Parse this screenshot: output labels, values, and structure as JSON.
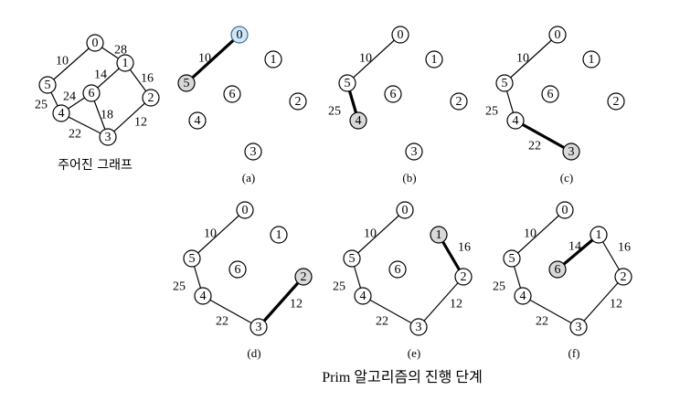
{
  "graph_caption": "주어진 그래프",
  "main_caption": "Prim 알고리즘의  진행  단계",
  "node_labels": [
    "0",
    "1",
    "2",
    "3",
    "4",
    "5",
    "6"
  ],
  "weights": {
    "e05": "10",
    "e01": "28",
    "e12": "16",
    "e16": "14",
    "e23": "12",
    "e36": "18",
    "e34": "22",
    "e45": "25",
    "e46": "24"
  },
  "panels": [
    {
      "label": "(a)",
      "chosen": [
        "e05"
      ],
      "new_edge": "e05",
      "highlight": [
        "5"
      ],
      "start": "0"
    },
    {
      "label": "(b)",
      "chosen": [
        "e05",
        "e45"
      ],
      "new_edge": "e45",
      "highlight": [
        "4"
      ]
    },
    {
      "label": "(c)",
      "chosen": [
        "e05",
        "e45",
        "e34"
      ],
      "new_edge": "e34",
      "highlight": [
        "3"
      ]
    },
    {
      "label": "(d)",
      "chosen": [
        "e05",
        "e45",
        "e34",
        "e23"
      ],
      "new_edge": "e23",
      "highlight": [
        "2"
      ]
    },
    {
      "label": "(e)",
      "chosen": [
        "e05",
        "e45",
        "e34",
        "e23",
        "e12"
      ],
      "new_edge": "e12",
      "highlight": [
        "1"
      ]
    },
    {
      "label": "(f)",
      "chosen": [
        "e05",
        "e45",
        "e34",
        "e23",
        "e12",
        "e16"
      ],
      "new_edge": "e16",
      "highlight": [
        "6"
      ]
    }
  ]
}
